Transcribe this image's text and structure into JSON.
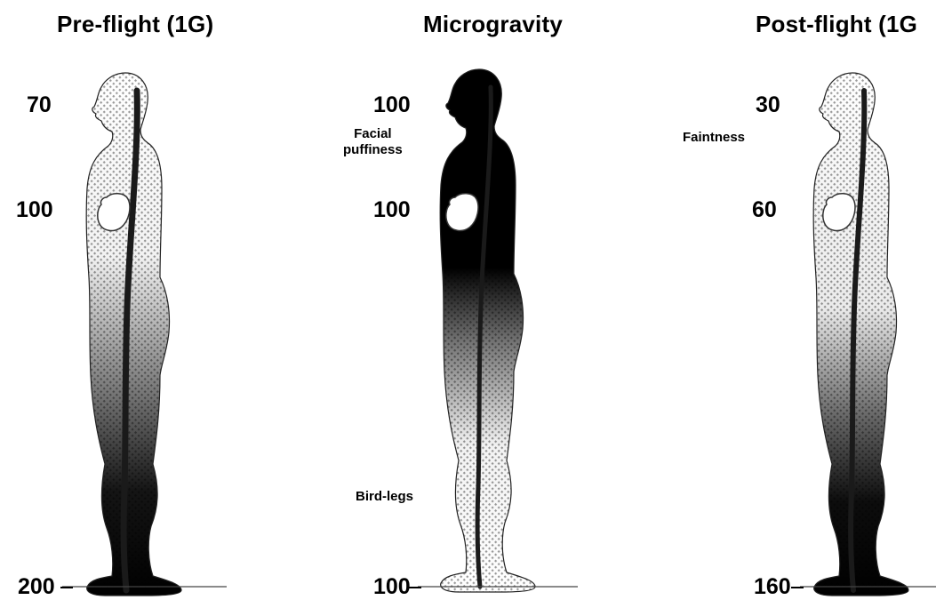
{
  "panels": [
    {
      "title": "Pre-flight (1G)",
      "values": {
        "head": "70",
        "heart": "100",
        "feet": "200"
      },
      "notes": {
        "upper": "",
        "lower": ""
      }
    },
    {
      "title": "Microgravity",
      "values": {
        "head": "100",
        "heart": "100",
        "feet": "100"
      },
      "notes": {
        "upper": "Facial\npuffiness",
        "lower": "Bird-legs"
      }
    },
    {
      "title": "Post-flight (1G",
      "values": {
        "head": "30",
        "heart": "60",
        "feet": "160"
      },
      "notes": {
        "upper": "Faintness",
        "lower": ""
      }
    }
  ]
}
